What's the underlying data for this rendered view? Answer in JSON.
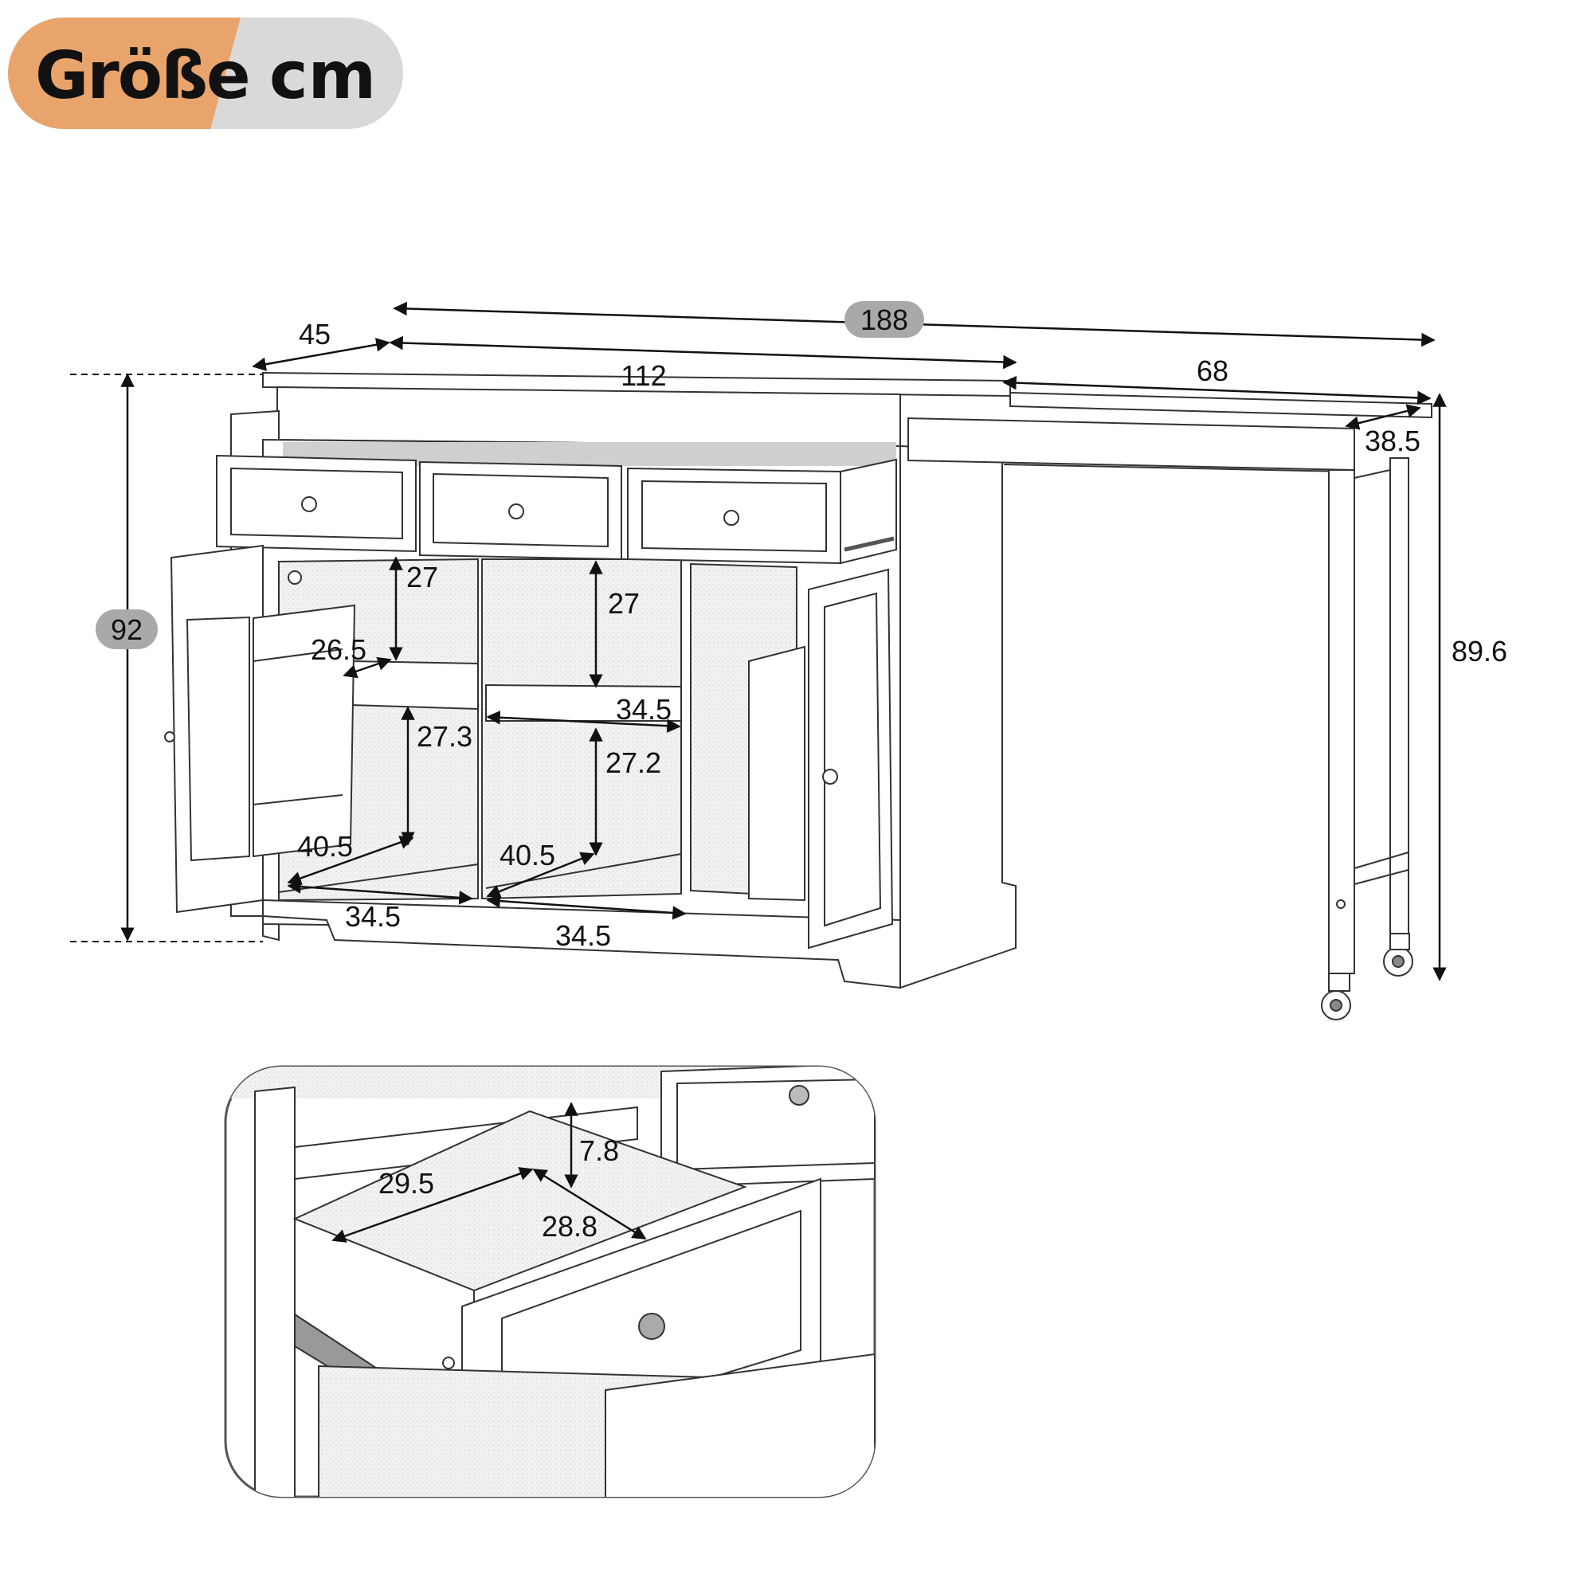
{
  "header": {
    "title": "Größe",
    "unit": "cm"
  },
  "dimensions": {
    "total_length": "188",
    "depth": "45",
    "cabinet_length": "112",
    "extension_length": "68",
    "extension_depth": "38.5",
    "total_height": "92",
    "extension_height": "89.6",
    "drawer_clearance_left": "27",
    "drawer_clearance_center": "27",
    "left_shelf_depth": "26.5",
    "center_shelf_width": "34.5",
    "left_lower_height": "27.3",
    "center_lower_height": "27.2",
    "left_bottom_depth": "40.5",
    "center_bottom_depth": "40.5",
    "left_bottom_width": "34.5",
    "center_bottom_width": "34.5"
  },
  "inset": {
    "drawer_width": "29.5",
    "drawer_depth": "28.8",
    "drawer_height": "7.8"
  }
}
